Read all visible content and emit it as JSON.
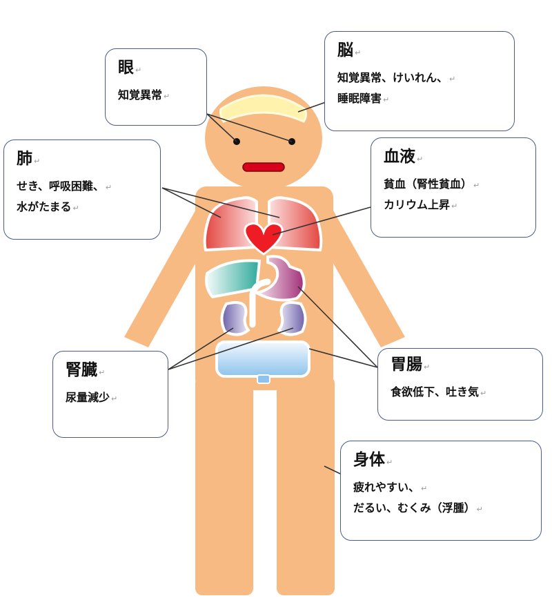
{
  "colors": {
    "skin": "#f7ba83",
    "hair": "#fff2ad",
    "lung": "#e2463e",
    "heart": "#ee1c25",
    "liver": "#2fa99b",
    "stomach": "#a12f78",
    "kidney": "#6b60a8",
    "bladder": "#8dc3ec",
    "callout_border": "#4a5a8a"
  },
  "callouts": {
    "eye": {
      "title": "眼",
      "lines": [
        "知覚異常"
      ]
    },
    "brain": {
      "title": "脳",
      "lines": [
        "知覚異常、けいれん、",
        "睡眠障害"
      ]
    },
    "lung": {
      "title": "肺",
      "lines": [
        "せき、呼吸困難、",
        "水がたまる"
      ]
    },
    "blood": {
      "title": "血液",
      "lines": [
        "貧血（腎性貧血）",
        "カリウム上昇"
      ]
    },
    "kidney": {
      "title": "腎臓",
      "lines": [
        "尿量減少"
      ]
    },
    "gut": {
      "title": "胃腸",
      "lines": [
        "食欲低下、吐き気"
      ]
    },
    "body": {
      "title": "身体",
      "lines": [
        "疲れやすい、",
        "だるい、むくみ（浮腫）"
      ]
    }
  },
  "edit_mark": "↵"
}
